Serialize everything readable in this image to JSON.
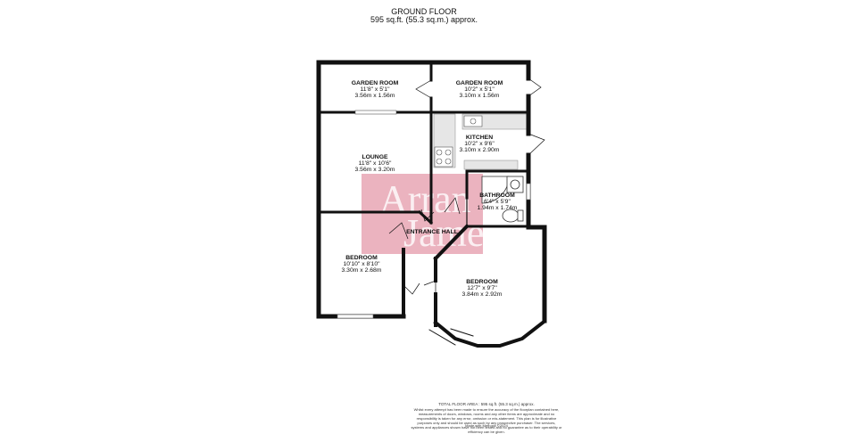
{
  "header": {
    "floor": "GROUND FLOOR",
    "area": "595 sq.ft. (55.3 sq.m.) approx."
  },
  "rooms": [
    {
      "key": "garden_room_1",
      "name": "GARDEN ROOM",
      "imperial": "11'8\" x 5'1\"",
      "metric": "3.56m  x 1.56m"
    },
    {
      "key": "garden_room_2",
      "name": "GARDEN ROOM",
      "imperial": "10'2\" x 5'1\"",
      "metric": "3.10m  x 1.56m"
    },
    {
      "key": "kitchen",
      "name": "KITCHEN",
      "imperial": "10'2\" x 9'6\"",
      "metric": "3.10m  x 2.90m"
    },
    {
      "key": "lounge",
      "name": "LOUNGE",
      "imperial": "11'8\" x 10'6\"",
      "metric": "3.56m  x 3.20m"
    },
    {
      "key": "bathroom",
      "name": "BATHROOM",
      "imperial": "6'4\" x 5'9\"",
      "metric": "1.94m  x 1.74m"
    },
    {
      "key": "entrance_hall",
      "name": "ENTRANCE HALL"
    },
    {
      "key": "bedroom_1",
      "name": "BEDROOM",
      "imperial": "10'10\" x 8'10\"",
      "metric": "3.30m  x 2.68m"
    },
    {
      "key": "bedroom_2",
      "name": "BEDROOM",
      "imperial": "12'7\" x 9'7\"",
      "metric": "3.84m  x 2.92m"
    }
  ],
  "watermark": {
    "line1": "Arran",
    "line2": "James",
    "color": "#e8a6b4"
  },
  "footer": {
    "total": "TOTAL FLOOR AREA : 595 sq.ft. (55.3 sq.m.) approx.",
    "disclaimer": "Whilst every attempt has been made to ensure the accuracy of the floorplan contained here, measurements of doors, windows, rooms and any other items are approximate and no responsibility is taken for any error, omission or mis-statement. This plan is for illustrative purposes only and should be used as such by any prospective purchaser. The services, systems and appliances shown have not been tested and no guarantee as to their operability or efficiency can be given.",
    "made_with": "Made with Metropix ©2024"
  },
  "colors": {
    "wall": "#111111",
    "fixture": "#e6e6e6"
  }
}
